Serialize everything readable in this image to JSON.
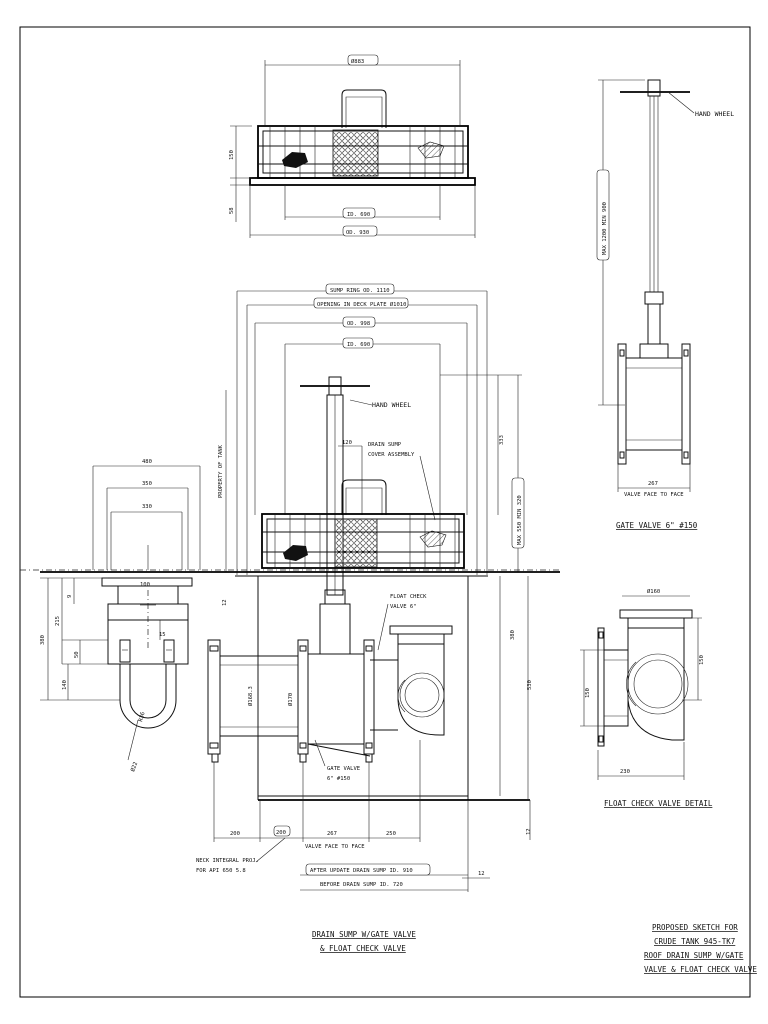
{
  "top_view": {
    "dims": {
      "overall": "Ø883",
      "height": "150",
      "base": "58",
      "id": "ID. 690",
      "od": "OD. 930"
    }
  },
  "section": {
    "dims": {
      "sump_ring": "SUMP RING OD. 1110",
      "deck_opening": "OPENING IN DECK PLATE Ø1010",
      "od": "OD. 998",
      "id": "ID. 690",
      "d120": "120",
      "d333": "333",
      "d380": "380",
      "d530": "530",
      "d12a": "12",
      "d12b": "12",
      "d12c": "12",
      "d200a": "200",
      "d200b": "200",
      "d267": "267",
      "d250": "250",
      "phi": "Ø168.3",
      "phi2": "Ø170",
      "gate_face": "VALVE FACE TO FACE"
    },
    "labels": {
      "hand_wheel": "HAND WHEEL",
      "cover_assembly_1": "DRAIN SUMP",
      "cover_assembly_2": "COVER ASSEMBLY",
      "float_check_1": "FLOAT CHECK",
      "float_check_2": "VALVE 6\"",
      "gate_valve_1": "GATE VALVE",
      "gate_valve_2": "6\" #150",
      "neck_1": "NECK INTEGRAL PROJ.",
      "neck_2": "FOR API 650 5.8",
      "after_update": "AFTER UPDATE DRAIN SUMP ID. 910",
      "before": "BEFORE DRAIN SUMP ID. 720",
      "vert_label": "PROPERTY OF TANK"
    }
  },
  "support": {
    "dims": {
      "d480": "480",
      "d350": "350",
      "d330": "330",
      "d100": "100",
      "d9": "9",
      "d215": "215",
      "d380": "380",
      "d50": "50",
      "d140": "140",
      "r36": "R36",
      "d22": "Ø22"
    }
  },
  "gate_valve": {
    "label": "HAND WHEEL",
    "dim_face": "267",
    "face_label": "VALVE FACE TO FACE",
    "title": "GATE VALVE 6\" #150",
    "dim_vert": "MAX 1200 MIN 900"
  },
  "float_valve": {
    "dims": {
      "d160": "Ø160",
      "d150": "150",
      "d150b": "150",
      "d230": "230"
    },
    "title": "FLOAT CHECK VALVE DETAIL"
  },
  "main_title": [
    "DRAIN SUMP W/GATE VALVE",
    "& FLOAT CHECK VALVE"
  ],
  "title_block": [
    "PROPOSED SKETCH FOR",
    "CRUDE TANK 945-TK7",
    "ROOF DRAIN SUMP W/GATE",
    "VALVE & FLOAT CHECK VALVE"
  ]
}
